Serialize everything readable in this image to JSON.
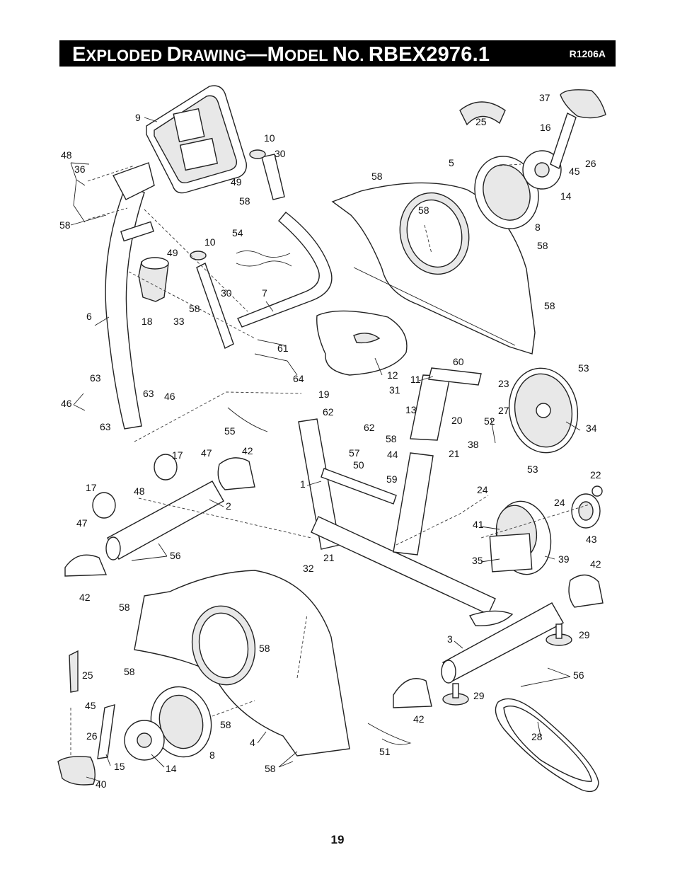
{
  "header": {
    "title_lead_1": "E",
    "title_sc_1": "XPLODED ",
    "title_lead_2": "D",
    "title_sc_2": "RAWING",
    "title_dash": "—",
    "title_lead_3": "M",
    "title_sc_3": "ODEL ",
    "title_lead_4": "N",
    "title_sc_4": "O. ",
    "title_model": "RBEX2976.1",
    "code": "R1206A"
  },
  "page_number": "19",
  "callouts": {
    "c9": "9",
    "c10a": "10",
    "c30a": "30",
    "c48": "48",
    "c36": "36",
    "c49a": "49",
    "c58a": "58",
    "c58b": "58",
    "c58c": "58",
    "c5": "5",
    "c25a": "25",
    "c37": "37",
    "c16": "16",
    "c26a": "26",
    "c45a": "45",
    "c14a": "14",
    "c8a": "8",
    "c58d": "58",
    "c58e": "58",
    "c58f": "58",
    "c54": "54",
    "c10b": "10",
    "c49b": "49",
    "c30b": "30",
    "c7": "7",
    "c6": "6",
    "c18": "18",
    "c33": "33",
    "c58g": "58",
    "c61": "61",
    "c64": "64",
    "c12": "12",
    "c60": "60",
    "c11": "11",
    "c23": "23",
    "c53a": "53",
    "c63a": "63",
    "c46a": "46",
    "c63b": "63",
    "c46b": "46",
    "c63c": "63",
    "c19": "19",
    "c31": "31",
    "c62a": "62",
    "c62b": "62",
    "c13": "13",
    "c27": "27",
    "c52": "52",
    "c34": "34",
    "c55": "55",
    "c20": "20",
    "c38": "38",
    "c57": "57",
    "c58h": "58",
    "c44": "44",
    "c21a": "21",
    "c50": "50",
    "c59": "59",
    "c17a": "17",
    "c47a": "47",
    "c42a": "42",
    "c53b": "53",
    "c22": "22",
    "c24a": "24",
    "c24b": "24",
    "c1": "1",
    "c17b": "17",
    "c48b": "48",
    "c2": "2",
    "c47b": "47",
    "c41": "41",
    "c43": "43",
    "c35": "35",
    "c39": "39",
    "c56a": "56",
    "c32": "32",
    "c21b": "21",
    "c42b": "42",
    "c42c": "42",
    "c58i": "58",
    "c58j": "58",
    "c3": "3",
    "c29a": "29",
    "c25b": "25",
    "c58k": "58",
    "c56b": "56",
    "c45b": "45",
    "c29b": "29",
    "c58l": "58",
    "c26b": "26",
    "c42d": "42",
    "c4": "4",
    "c51": "51",
    "c28": "28",
    "c8b": "8",
    "c15": "15",
    "c14b": "14",
    "c58m": "58",
    "c40": "40"
  }
}
